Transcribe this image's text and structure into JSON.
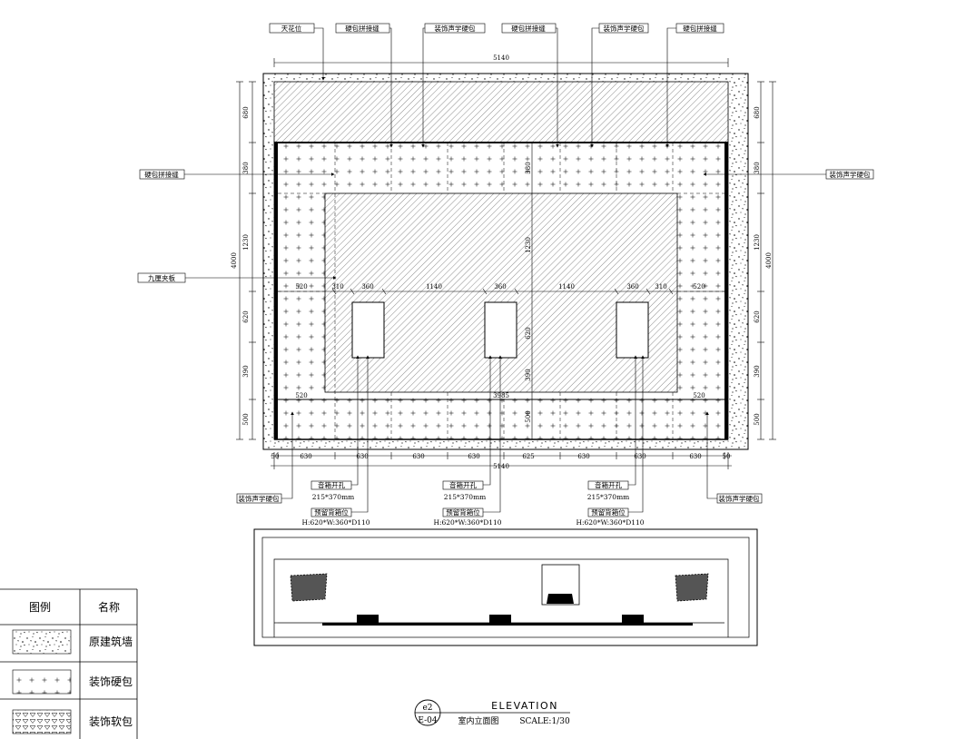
{
  "top_labels": [
    "天花位",
    "硬包拼接缝",
    "装饰声学硬包",
    "硬包拼接缝",
    "装饰声学硬包",
    "硬包拼接缝"
  ],
  "side_labels": {
    "left_upper": "硬包拼接缝",
    "left_mid": "九厘夹板",
    "right_upper": "装饰声学硬包"
  },
  "overall_width_top": "5140",
  "overall_width_bottom": "5140",
  "left_dims": [
    "680",
    "380",
    "1230",
    "620",
    "390",
    "500"
  ],
  "left_total": "4000",
  "right_dims": [
    "680",
    "380",
    "1230",
    "620",
    "390",
    "500"
  ],
  "right_total": "4000",
  "center_vertical_dims": [
    "380",
    "1230",
    "620",
    "390",
    "500"
  ],
  "horizontal_row_dims": [
    "520",
    "310",
    "360",
    "1140",
    "360",
    "1140",
    "360",
    "310",
    "520"
  ],
  "bottom_inner_dims": [
    "520",
    "3985",
    "520"
  ],
  "bottom_dims": [
    "50",
    "630",
    "630",
    "630",
    "630",
    "625",
    "630",
    "630",
    "630",
    "50"
  ],
  "speaker_callouts": [
    {
      "title": "音箱开孔",
      "size": "215*370mm",
      "note": "预留背箱位",
      "spec": "H:620*W:360*D110"
    },
    {
      "title": "音箱开孔",
      "size": "215*370mm",
      "note": "预留背箱位",
      "spec": "H:620*W:360*D110"
    },
    {
      "title": "音箱开孔",
      "size": "215*370mm",
      "note": "预留背箱位",
      "spec": "H:620*W:360*D110"
    }
  ],
  "bottom_side_labels": {
    "left": "装饰声学硬包",
    "right": "装饰声学硬包"
  },
  "legend": {
    "header_pattern": "图例",
    "header_name": "名称",
    "rows": [
      "原建筑墙",
      "装饰硬包",
      "装饰软包"
    ]
  },
  "title": {
    "tag_top": "e2",
    "tag_bottom": "E-04",
    "english": "ELEVATION",
    "chinese": "室内立面图",
    "scale": "SCALE:1/30"
  }
}
